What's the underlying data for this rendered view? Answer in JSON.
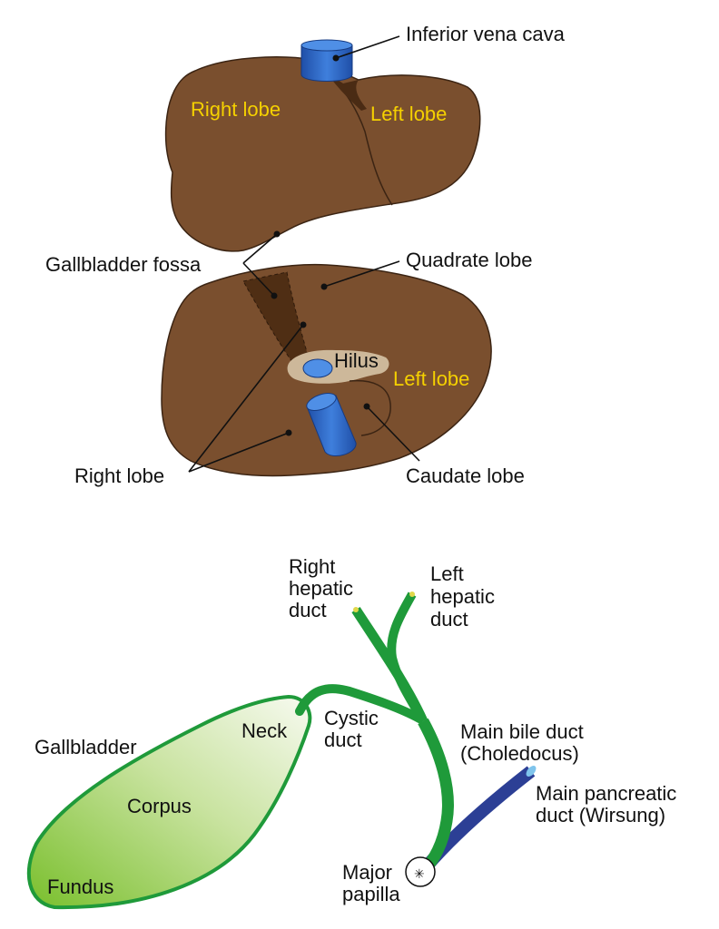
{
  "colors": {
    "liver": "#7a4f2e",
    "liver_dark": "#5a3519",
    "liver_outline": "#3b2413",
    "vessel": "#2b63c6",
    "vessel_light": "#4f8fe6",
    "hilus": "#cdb89a",
    "duct_green": "#1f9a3a",
    "pancreatic_blue": "#2c3f95",
    "gallbladder_fill_light": "#f4f8e6",
    "gallbladder_fill_dark": "#79bf2c",
    "highlight_text": "#f5d100"
  },
  "liver_front": {
    "inferior_vena_cava": "Inferior vena cava",
    "right_lobe": "Right lobe",
    "left_lobe": "Left lobe"
  },
  "liver_inferior": {
    "gallbladder_fossa": "Gallbladder fossa",
    "quadrate_lobe": "Quadrate lobe",
    "hilus": "Hilus",
    "left_lobe": "Left lobe",
    "right_lobe": "Right lobe",
    "caudate_lobe": "Caudate lobe"
  },
  "biliary": {
    "right_hepatic_duct": [
      "Right",
      "hepatic",
      "duct"
    ],
    "left_hepatic_duct": [
      "Left",
      "hepatic",
      "duct"
    ],
    "cystic_duct": [
      "Cystic",
      "duct"
    ],
    "main_bile_duct": [
      "Main bile duct",
      "(Choledocus)"
    ],
    "main_pancreatic_duct": [
      "Main pancreatic",
      "duct (Wirsung)"
    ],
    "major_papilla": [
      "Major",
      "papilla"
    ],
    "gallbladder": "Gallbladder",
    "neck": "Neck",
    "corpus": "Corpus",
    "fundus": "Fundus"
  }
}
